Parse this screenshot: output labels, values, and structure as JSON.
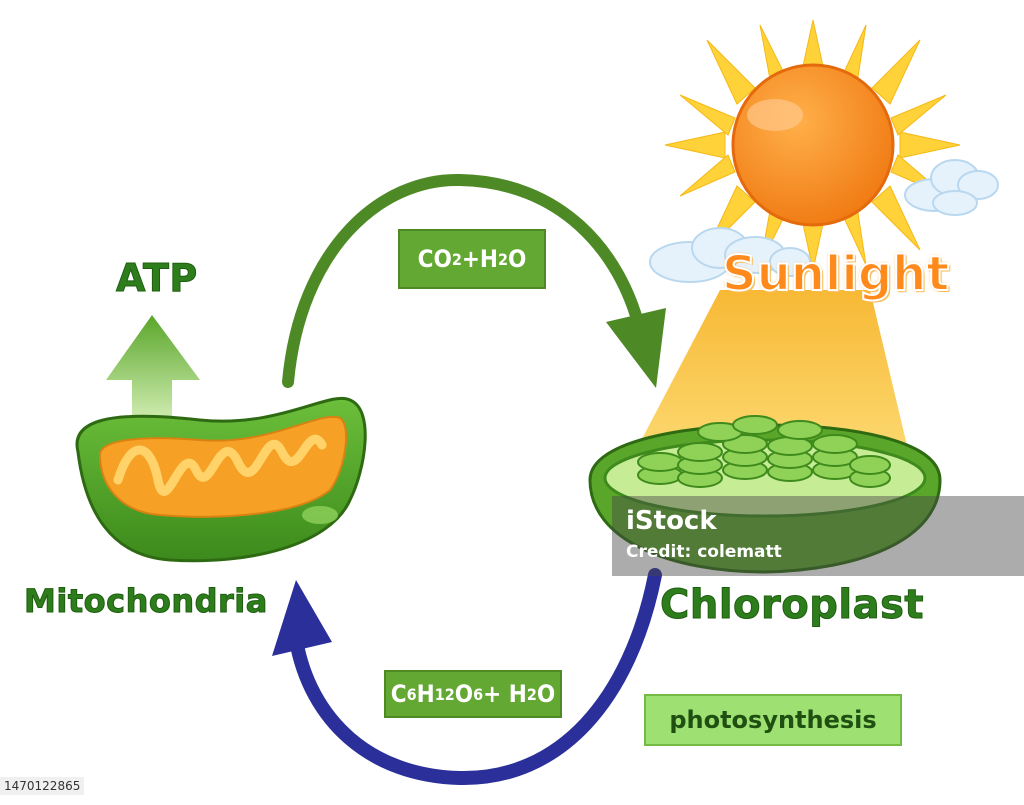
{
  "labels": {
    "atp": "ATP",
    "sunlight": "Sunlight",
    "mitochondria": "Mitochondria",
    "chloroplast": "Chloroplast",
    "photosynthesis": "photosynthesis"
  },
  "formulas": {
    "top": {
      "p1": "CO",
      "s1": "2",
      "p2": "+H",
      "s2": "2",
      "p3": "O"
    },
    "bottom": {
      "p1": "C",
      "s1": "6",
      "p2": "H",
      "s2": "12",
      "p3": "O",
      "s3": "6",
      "p4": " + H",
      "s4": "2",
      "p5": "O"
    }
  },
  "watermark": {
    "logo": "iStock",
    "credit": "Credit: colematt"
  },
  "footer": {
    "id": "1470122865"
  },
  "colors": {
    "leaf_green": "#5aa62a",
    "dark_green": "#2e7d1c",
    "cycle_arrow_top": "#4d8a25",
    "cycle_arrow_bottom": "#2a2f9a",
    "sun_orange": "#f5891a",
    "sun_ray": "#ffd23a",
    "light_beam": "#f9c33c",
    "crista_orange": "#f6a126"
  },
  "icons": {
    "sun": "sun-icon",
    "cloud": "cloud-icon",
    "atp_arrow": "up-arrow-icon"
  }
}
